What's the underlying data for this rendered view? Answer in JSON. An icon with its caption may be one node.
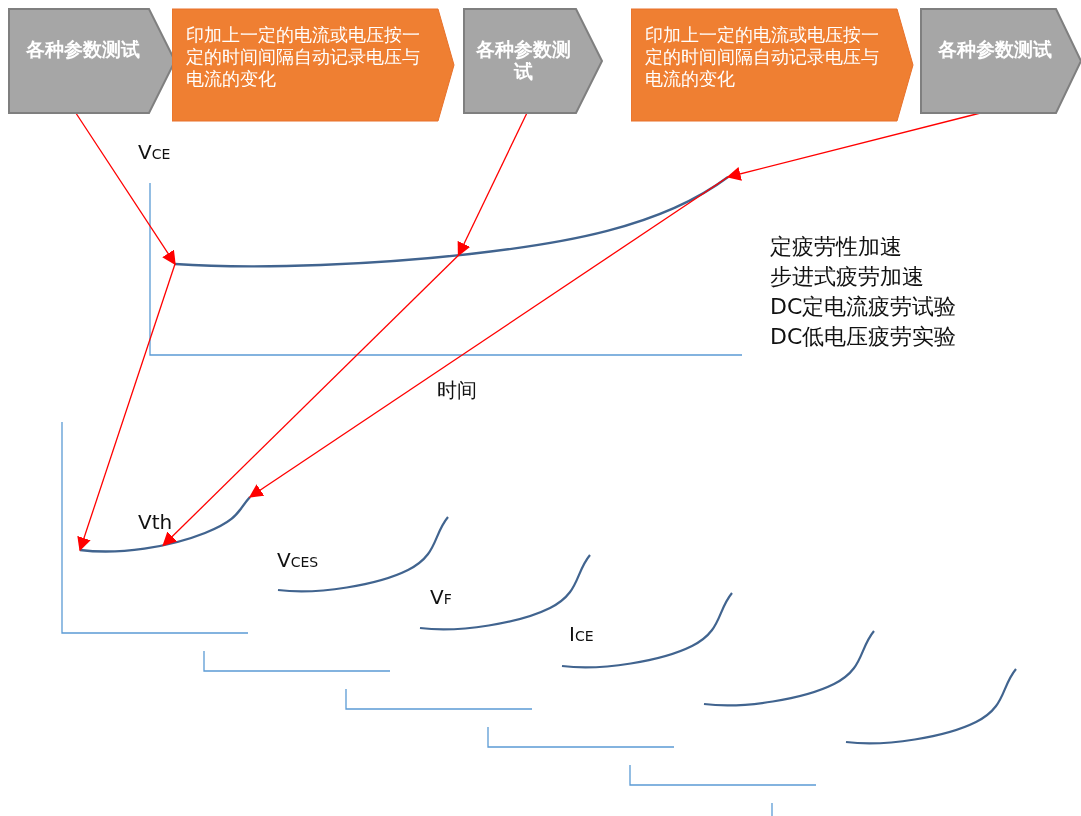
{
  "diagram": {
    "nodes": [
      {
        "text": [
          "各种参数测试"
        ]
      },
      {
        "text": [
          "印加上一定的电流或电压按一定的时间间隔自动记录电压与电流的变化"
        ]
      },
      {
        "text": [
          "各种参数测试"
        ]
      },
      {
        "text": [
          "印加上一定的电流或电压按一定的时间间隔自动记录电压与电流的变化"
        ]
      },
      {
        "text": [
          "各种参数测试"
        ]
      },
      {
        "text": [],
        "shape": "curve"
      },
      {
        "text": [],
        "shape": "curve"
      }
    ],
    "edges": [
      {
        "from": 0,
        "to": 5,
        "arrow": "to"
      },
      {
        "from": 2,
        "to": 5,
        "arrow": "to"
      },
      {
        "from": 4,
        "to": 5,
        "arrow": "to"
      },
      {
        "from": 5,
        "to": 6,
        "arrow": "to"
      },
      {
        "from": 5,
        "to": 6,
        "arrow": "to"
      },
      {
        "from": 5,
        "to": 6,
        "arrow": "to"
      }
    ],
    "labels": [
      "V$_{CE}$",
      "时间",
      "定疲劳性加速",
      "步进式疲劳加速",
      "DC定电流疲劳试验",
      "DC低电压疲劳实验",
      "Vth",
      "V$_{CES}$",
      "V$_{F}$",
      "I$_{CE}$"
    ]
  }
}
